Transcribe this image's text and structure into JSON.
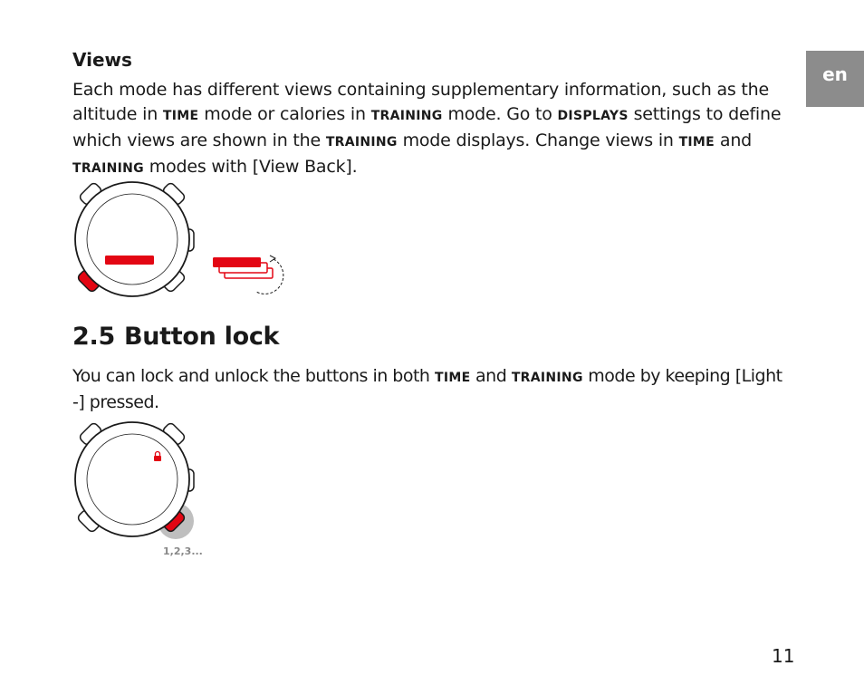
{
  "lang_tab": "en",
  "views": {
    "heading": "Views",
    "p1": "Each mode has different views containing supplementary information, such as the altitude in ",
    "k1": "TIME",
    "p2": " mode or calories in ",
    "k2": "TRAINING",
    "p3": " mode. Go to ",
    "k3": "DISPLAYS",
    "p4": " settings to define which views are shown in the ",
    "k4": "TRAINING",
    "p5": " mode displays. Change views in ",
    "k5": "TIME",
    "p6": " and ",
    "k6": "TRAINING",
    "p7": " modes with [View Back]."
  },
  "section": {
    "number": "2.5",
    "title": "Button lock",
    "p1": "You can lock and unlock the buttons in both ",
    "k1": "TIME",
    "p2": " and ",
    "k2": "TRAINING",
    "p3": " mode by keeping [Light -] pressed.",
    "press_label": "1,2,3..."
  },
  "colors": {
    "accent_red": "#e30613",
    "tab_gray": "#8c8c8c"
  },
  "page_number": "11"
}
